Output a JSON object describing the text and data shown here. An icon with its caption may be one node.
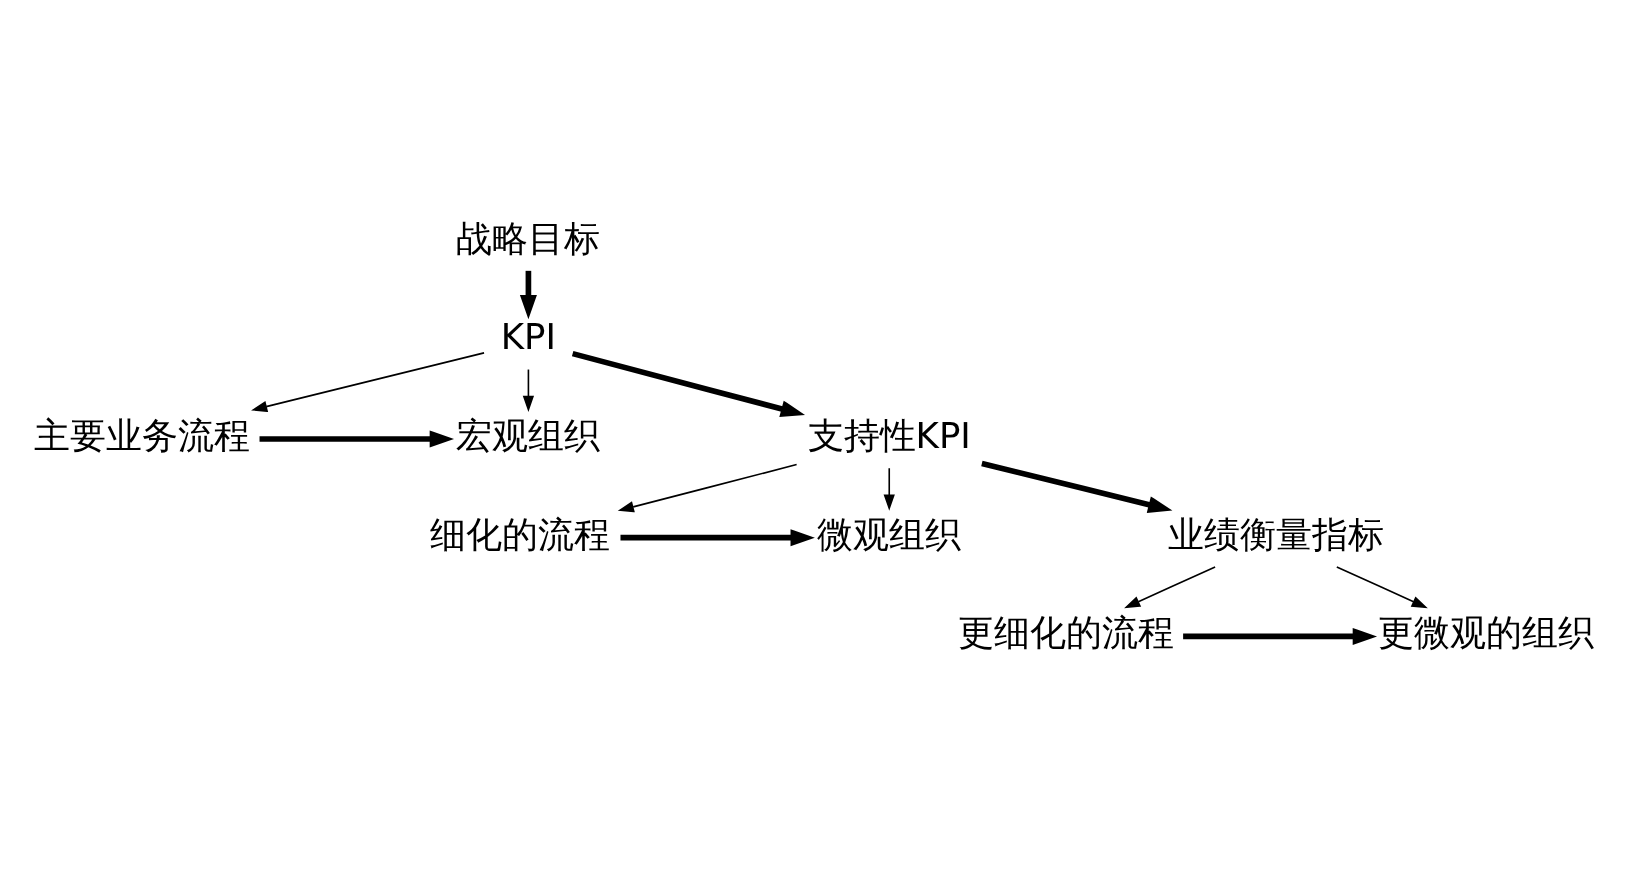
{
  "diagram": {
    "nodes": [
      {
        "text": [
          "战略目标"
        ]
      },
      {
        "text": [
          "KPI"
        ]
      },
      {
        "text": [
          "宏观组织"
        ]
      },
      {
        "text": [
          "主要业务流程"
        ]
      },
      {
        "text": [
          "支持性KPI"
        ]
      },
      {
        "text": [
          "微观组织"
        ]
      },
      {
        "text": [
          "细化的流程"
        ]
      },
      {
        "text": [
          "业绩衡量指标"
        ]
      },
      {
        "text": [
          "更微观的组织"
        ]
      },
      {
        "text": [
          "更细化的流程"
        ]
      }
    ],
    "edges": [
      {
        "from": 0,
        "to": 1,
        "arrow": "to",
        "style": "thick"
      },
      {
        "from": 1,
        "to": 2,
        "arrow": "to"
      },
      {
        "from": 1,
        "to": 3,
        "arrow": "to"
      },
      {
        "from": 3,
        "to": 2,
        "arrow": "to",
        "style": "thick"
      },
      {
        "from": 1,
        "to": 4,
        "arrow": "to",
        "style": "thick"
      },
      {
        "from": 4,
        "to": 5,
        "arrow": "to"
      },
      {
        "from": 4,
        "to": 6,
        "arrow": "to"
      },
      {
        "from": 6,
        "to": 5,
        "arrow": "to",
        "style": "thick"
      },
      {
        "from": 4,
        "to": 7,
        "arrow": "to",
        "style": "thick"
      },
      {
        "from": 7,
        "to": 8,
        "arrow": "to"
      },
      {
        "from": 7,
        "to": 9,
        "arrow": "to"
      },
      {
        "from": 9,
        "to": 8,
        "arrow": "to",
        "style": "thick"
      }
    ]
  }
}
